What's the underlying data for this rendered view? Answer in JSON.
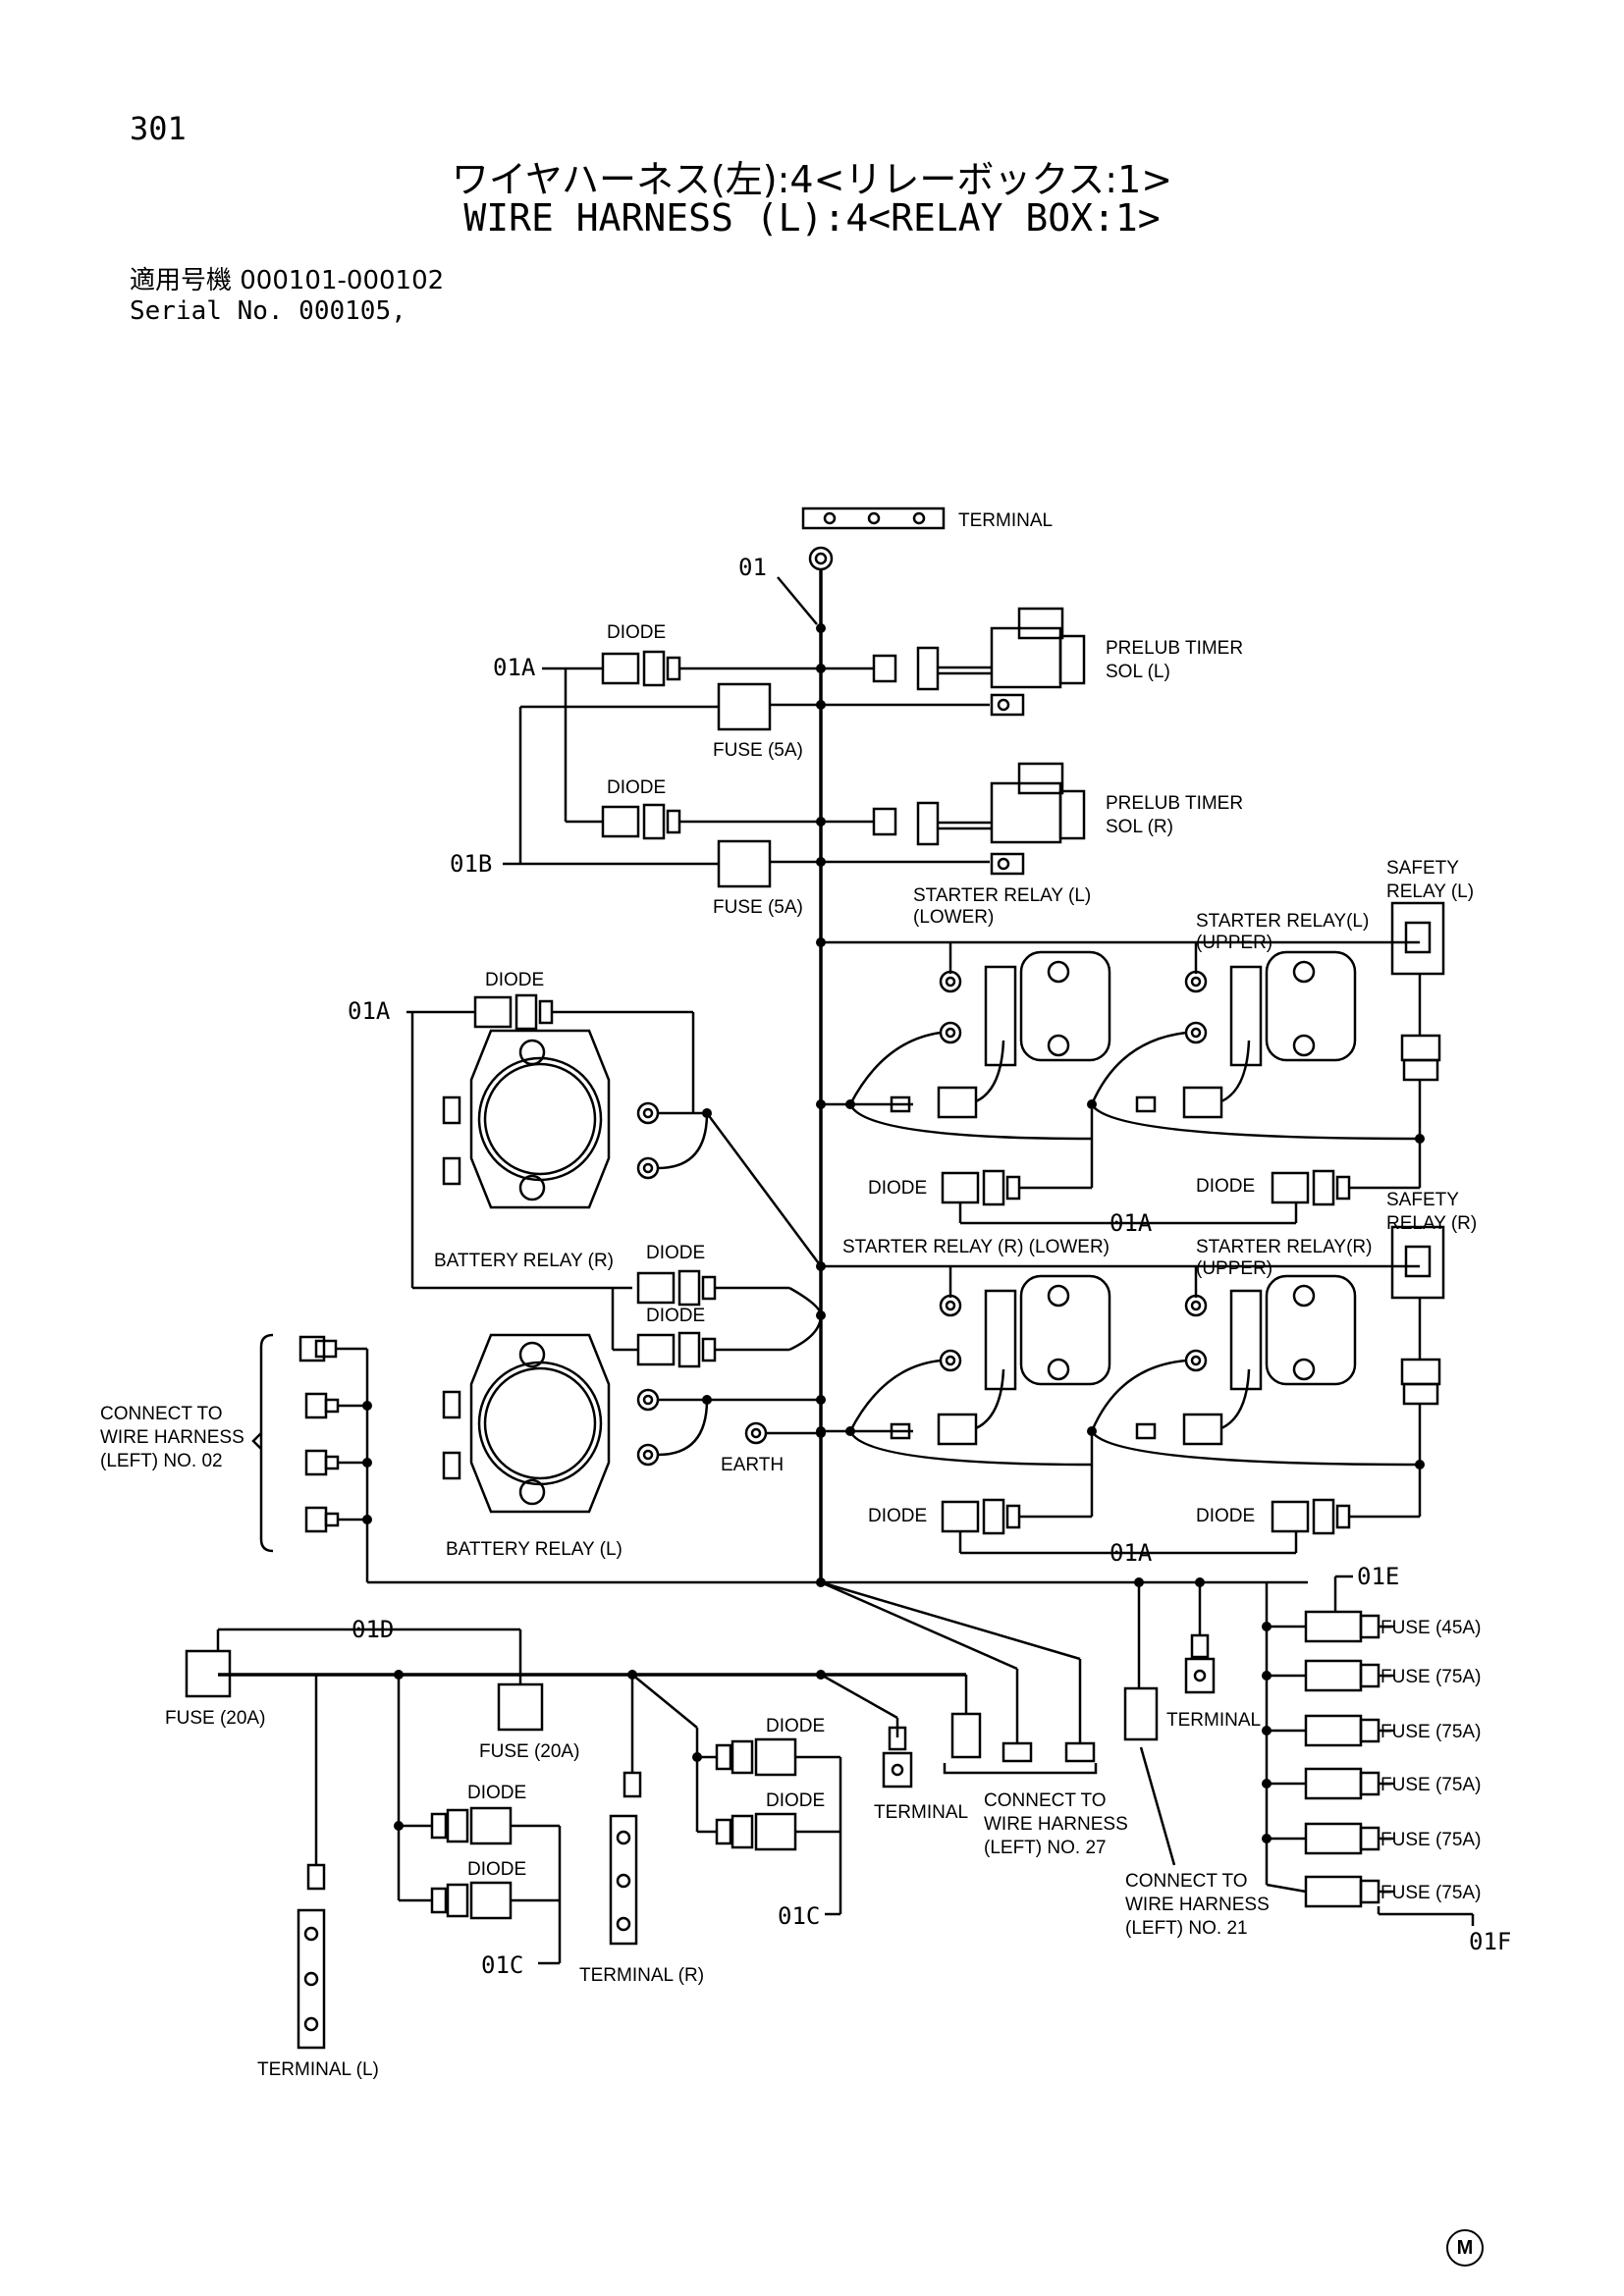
{
  "header": {
    "page_number": "301",
    "title_jp": "ワイヤハーネス(左):4<リレーボックス:1>",
    "title_en": "WIRE HARNESS (L):4<RELAY BOX:1>",
    "serial_jp": "適用号機 000101-000102",
    "serial_en": "Serial No. 000105,"
  },
  "diagram": {
    "terminal_top": "TERMINAL",
    "ref_01": "01",
    "ref_01A": "01A",
    "ref_01B": "01B",
    "ref_01C": "01C",
    "ref_01D": "01D",
    "ref_01E": "01E",
    "ref_01F": "01F",
    "diode": "DIODE",
    "fuse_5a": "FUSE (5A)",
    "fuse_20a": "FUSE (20A)",
    "fuse_45a": "FUSE (45A)",
    "fuse_75a": "FUSE (75A)",
    "prelub_l_1": "PRELUB TIMER",
    "prelub_l_2": "SOL (L)",
    "prelub_r_1": "PRELUB TIMER",
    "prelub_r_2": "SOL (R)",
    "starter_l_lower_1": "STARTER RELAY (L)",
    "starter_l_lower_2": "(LOWER)",
    "starter_l_upper_1": "STARTER RELAY(L)",
    "starter_l_upper_2": "(UPPER)",
    "safety_l_1": "SAFETY",
    "safety_l_2": "RELAY (L)",
    "safety_r_1": "SAFETY",
    "safety_r_2": "RELAY (R)",
    "starter_r_lower": "STARTER RELAY (R) (LOWER)",
    "starter_r_upper_1": "STARTER RELAY(R)",
    "starter_r_upper_2": "(UPPER)",
    "battery_relay_r": "BATTERY RELAY (R)",
    "battery_relay_l": "BATTERY RELAY (L)",
    "earth": "EARTH",
    "connect_02_1": "CONNECT TO",
    "connect_02_2": "WIRE HARNESS",
    "connect_02_3": "(LEFT) NO. 02",
    "connect_27_1": "CONNECT TO",
    "connect_27_2": "WIRE HARNESS",
    "connect_27_3": "(LEFT) NO. 27",
    "connect_21_1": "CONNECT TO",
    "connect_21_2": "WIRE HARNESS",
    "connect_21_3": "(LEFT) NO. 21",
    "terminal": "TERMINAL",
    "terminal_l": "TERMINAL (L)",
    "terminal_r": "TERMINAL (R)"
  },
  "footer": {
    "mark": "M"
  }
}
